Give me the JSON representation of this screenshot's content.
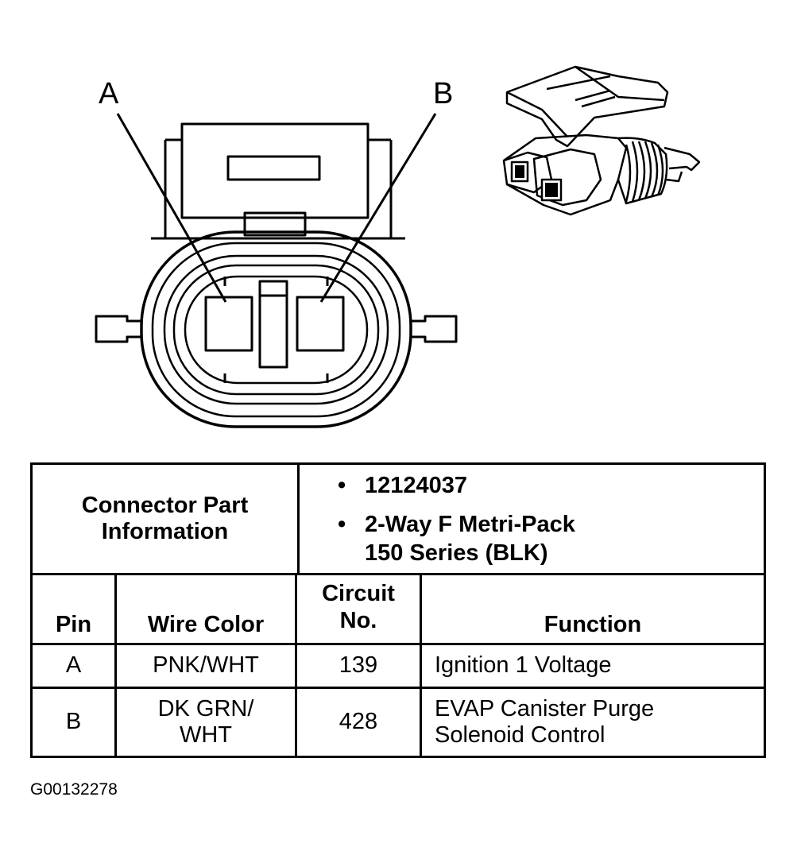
{
  "diagram": {
    "pin_labels": [
      "A",
      "B"
    ]
  },
  "table": {
    "part_info_label_line1": "Connector Part",
    "part_info_label_line2": "Information",
    "part_info_items": [
      {
        "line1": "12124037",
        "line2": ""
      },
      {
        "line1": "2-Way F Metri-Pack",
        "line2": "150 Series (BLK)"
      }
    ],
    "bullet": "•",
    "headers": {
      "pin": "Pin",
      "wire_color": "Wire Color",
      "circuit_line1": "Circuit",
      "circuit_line2": "No.",
      "function": "Function"
    },
    "rows": [
      {
        "pin": "A",
        "wire_line1": "PNK/WHT",
        "wire_line2": "",
        "circuit": "139",
        "function_line1": "Ignition 1 Voltage",
        "function_line2": ""
      },
      {
        "pin": "B",
        "wire_line1": "DK GRN/",
        "wire_line2": "WHT",
        "circuit": "428",
        "function_line1": "EVAP Canister Purge",
        "function_line2": "Solenoid Control"
      }
    ]
  },
  "figure_id": "G00132278"
}
